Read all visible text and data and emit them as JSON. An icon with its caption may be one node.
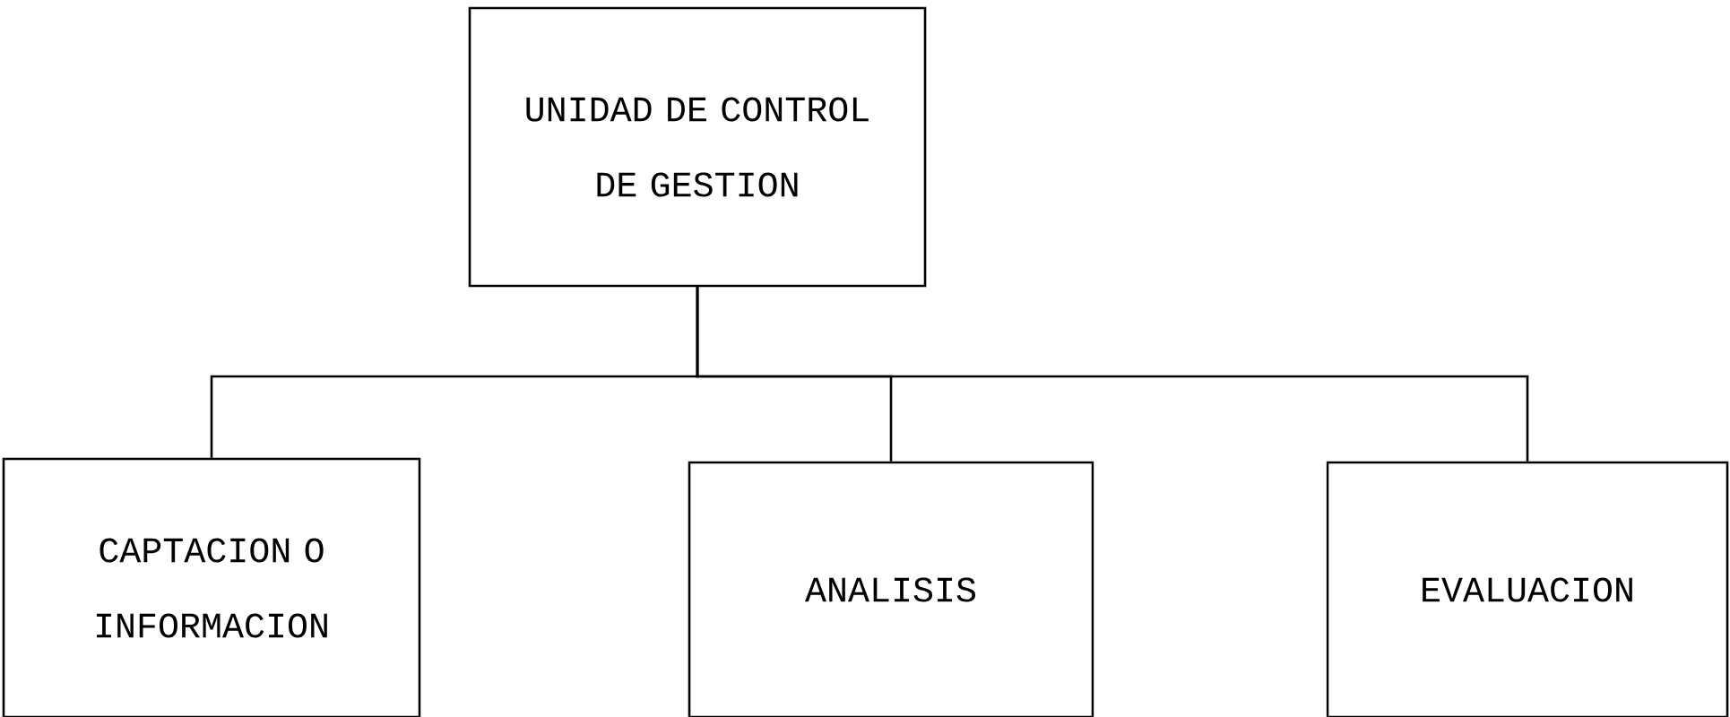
{
  "diagram": {
    "nodes": [
      {
        "text": [
          "UNIDAD DE CONTROL DE GESTION"
        ]
      },
      {
        "text": [
          "CAPTACION O INFORMACION"
        ]
      },
      {
        "text": [
          "ANALISIS"
        ]
      },
      {
        "text": [
          "EVALUACION"
        ]
      }
    ],
    "edges": [
      {
        "from": 0,
        "to": 1,
        "arrow": "none"
      },
      {
        "from": 0,
        "to": 2,
        "arrow": "none"
      },
      {
        "from": 0,
        "to": 3,
        "arrow": "none"
      }
    ]
  }
}
